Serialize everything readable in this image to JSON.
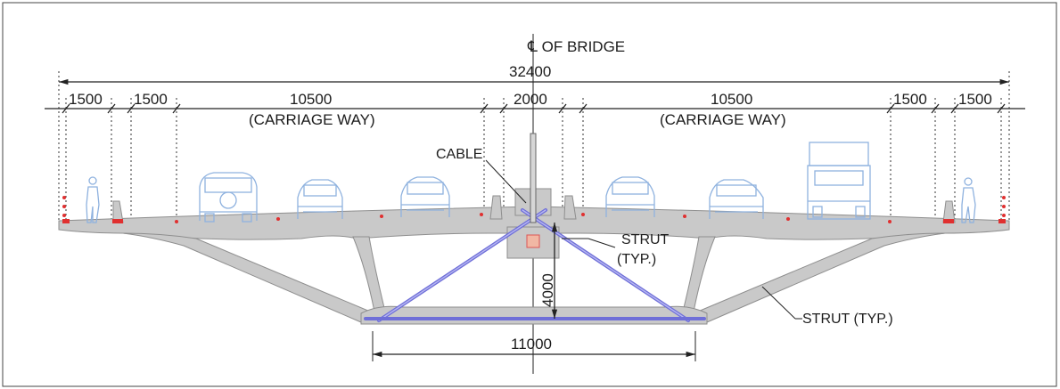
{
  "title": "℄ OF BRIDGE",
  "overall_width": "32400",
  "segments": [
    "1500",
    "1500",
    "10500",
    "2000",
    "10500",
    "1500",
    "1500"
  ],
  "carriageway_left": "(CARRIAGE WAY)",
  "carriageway_right": "(CARRIAGE WAY)",
  "cable_label": "CABLE",
  "strut_upper_1": "STRUT",
  "strut_upper_2": "(TYP.)",
  "strut_lower": "STRUT (TYP.)",
  "depth": "4000",
  "bottom_width": "11000",
  "colors": {
    "concrete": "#c9c9c9",
    "vehicles": "#8fb2df",
    "cables": "#6f6fd8",
    "markers": "#e03030"
  }
}
